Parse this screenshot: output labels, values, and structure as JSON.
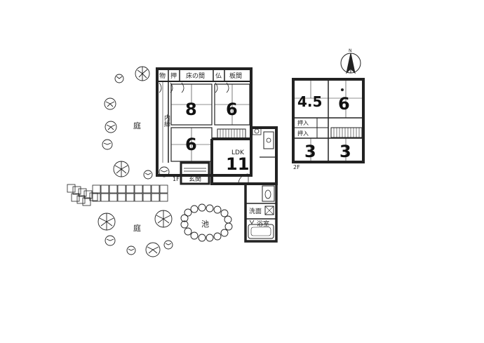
{
  "floor1": {
    "level": "1F",
    "rooms": {
      "storage": "物",
      "closet": "押",
      "alcove": "床の間",
      "altar": "仏",
      "wood_room": "板間",
      "veranda": "内縁",
      "entrance": "玄関",
      "ldk": "LDK",
      "washroom": "洗面",
      "bathroom": "浴室"
    },
    "sizes": {
      "room_a": "8",
      "room_b": "6",
      "room_c": "6",
      "ldk": "11"
    }
  },
  "floor2": {
    "level": "2F",
    "rooms": {
      "closet_a": "押入",
      "closet_b": "押入"
    },
    "sizes": {
      "room_a": "4.5",
      "room_b": "6",
      "room_c": "3",
      "room_d": "3"
    }
  },
  "garden": {
    "label_top": "庭",
    "label_bottom": "庭",
    "pond": "池"
  },
  "compass": {
    "north": "N"
  }
}
